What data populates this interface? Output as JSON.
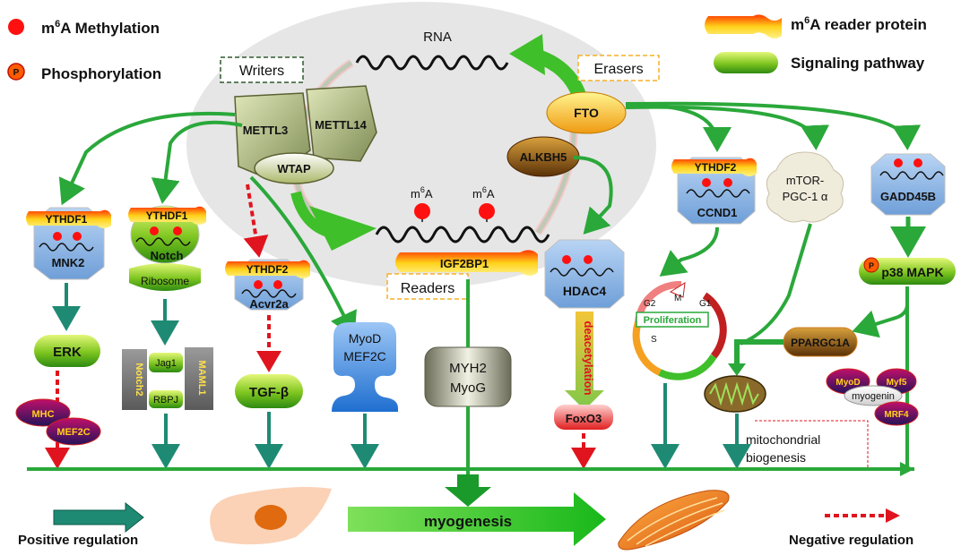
{
  "legend": {
    "methylation": "m6A Methylation",
    "methylation_sup": "6",
    "phosphorylation": "Phosphorylation",
    "phospho_symbol": "P",
    "reader_protein": "m6A reader protein",
    "signaling_pathway": "Signaling pathway",
    "positive_regulation": "Positive regulation",
    "negative_regulation": "Negative regulation"
  },
  "core": {
    "rna": "RNA",
    "writers": "Writers",
    "erasers": "Erasers",
    "readers": "Readers",
    "mettl3": "METTL3",
    "mettl14": "METTL14",
    "wtap": "WTAP",
    "fto": "FTO",
    "alkbh5": "ALKBH5",
    "m6a": "m",
    "m6a_sup": "6",
    "m6a_tail": "A",
    "igf2bp1": "IGF2BP1"
  },
  "pathways": {
    "ythdf1": "YTHDF1",
    "ythdf2": "YTHDF2",
    "mnk2": "MNK2",
    "notch": "Notch",
    "ribosome": "Ribosome",
    "acvr2a": "Acvr2a",
    "erk": "ERK",
    "mhc": "MHC",
    "mef2c": "MEF2C",
    "notch2": "Notch2",
    "jag1": "Jag1",
    "maml1": "MAML1",
    "rbpj": "RBPJ",
    "tgfb": "TGF-β",
    "myod": "MyoD",
    "myh2": "MYH2",
    "myog": "MyoG",
    "hdac4": "HDAC4",
    "deacetylation": "deacetylation",
    "foxo3": "FoxO3",
    "ccnd1": "CCND1",
    "g2": "G2",
    "m": "M",
    "g1": "G1",
    "s": "S",
    "proliferation": "Proliferation",
    "mtor": "mTOR-",
    "pgc": "PGC-1 α",
    "gadd45b": "GADD45B",
    "p38": "p38 MAPK",
    "ppargc1a": "PPARGC1A",
    "myf5": "Myf5",
    "myogenin": "myogenin",
    "mrf4": "MRF4",
    "mito1": "mitochondrial",
    "mito2": "biogenesis"
  },
  "bottom": {
    "myogenesis": "myogenesis"
  },
  "colors": {
    "green_arrow": "#2aa83a",
    "teal_arrow": "#1f8a73",
    "neg_red": "#e0141e",
    "methyl_red": "#ff1010",
    "grey_bg": "#e6e6e6",
    "blue_protein": "#8fb6e4",
    "writer_box": "#2f5a2f",
    "eraser_box": "#f5b026"
  }
}
